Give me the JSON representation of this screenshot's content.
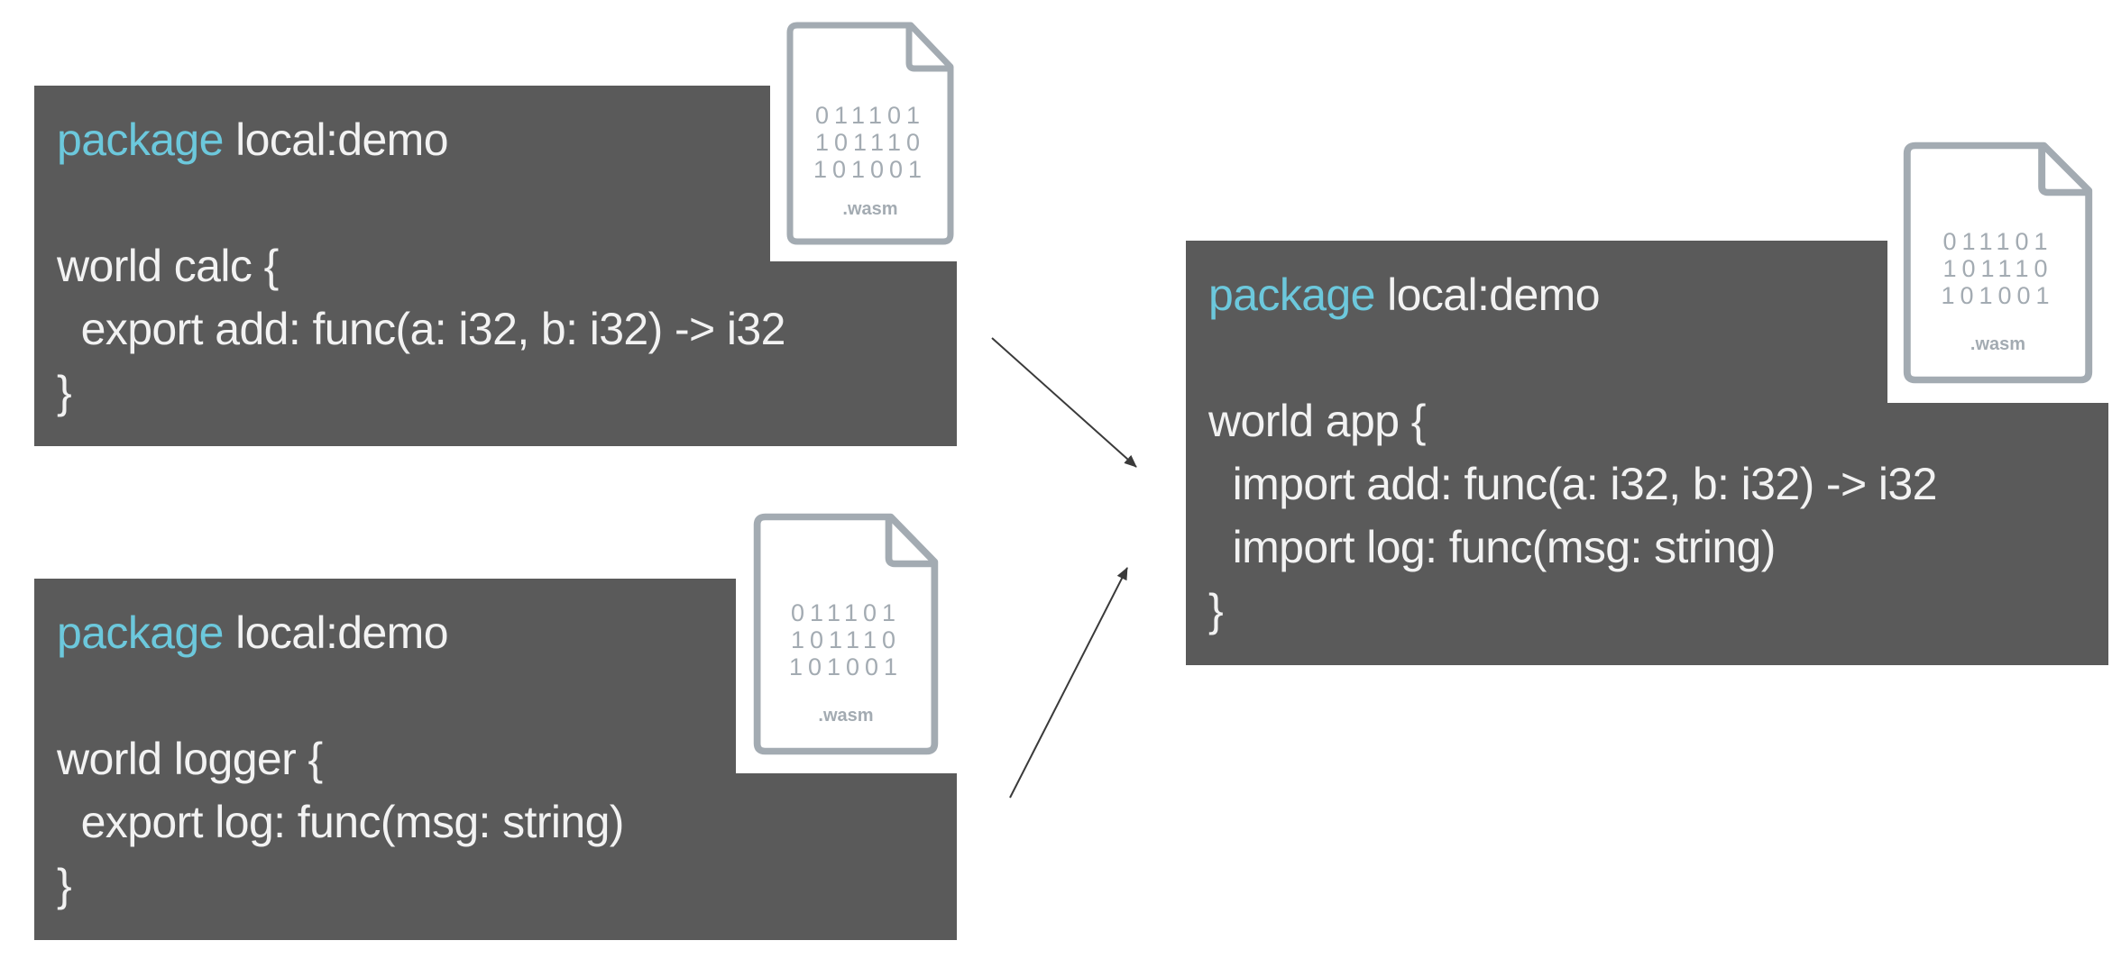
{
  "colors": {
    "box_bg": "#5a5a5a",
    "text": "#f2f2f2",
    "keyword": "#6cc8dc",
    "icon": "#a3abb2"
  },
  "file_icon": {
    "icon": "wasm-file-icon",
    "binary": [
      "011101",
      "101110",
      "101001"
    ],
    "extension": ".wasm"
  },
  "calc": {
    "keyword": "package",
    "package_name": " local:demo",
    "lines": [
      "world calc {",
      "  export add: func(a: i32, b: i32) -> i32",
      "}"
    ]
  },
  "logger": {
    "keyword": "package",
    "package_name": " local:demo",
    "lines": [
      "world logger {",
      "  export log: func(msg: string)",
      "}"
    ]
  },
  "app": {
    "keyword": "package",
    "package_name": " local:demo",
    "lines": [
      "world app {",
      "  import add: func(a: i32, b: i32) -> i32",
      "  import log: func(msg: string)",
      "}"
    ]
  }
}
